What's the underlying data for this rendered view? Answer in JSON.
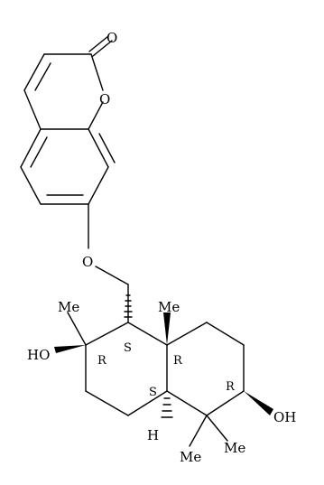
{
  "molecule": {
    "atom_labels": {
      "carbonyl_oxygen": "O",
      "ring_oxygen": "O",
      "ether_oxygen": "O",
      "hydroxyl_left": "HO",
      "hydroxyl_right": "OH",
      "methyl_c2": "Me",
      "methyl_c8a": "Me",
      "methyl_c5a": "Me",
      "methyl_c5b": "Me",
      "hydrogen_c4a": "H"
    },
    "stereo_labels": {
      "c2": "R",
      "c1": "S",
      "c8a": "R",
      "c4a": "S",
      "c6": "R"
    }
  }
}
